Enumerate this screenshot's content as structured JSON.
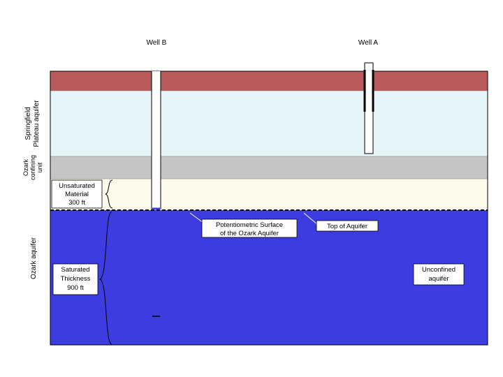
{
  "wells": {
    "well_b": "Well B",
    "well_a": "Well A"
  },
  "side_labels": {
    "springfield": [
      "Springfield",
      "Plateau aquifer"
    ],
    "ozark_confining": [
      "Ozark",
      "confining",
      "unit"
    ],
    "ozark_aquifer": "Ozark aquifer"
  },
  "callouts": {
    "unsaturated": [
      "Unsaturated",
      "Material",
      "300 ft"
    ],
    "saturated": [
      "Saturated",
      "Thickness",
      "900 ft"
    ],
    "potentiometric": [
      "Potentiometric Surface",
      "of the Ozark Aquifer"
    ],
    "top_of_aquifer": "Top of Aquifer",
    "unconfined": [
      "Unconfined",
      "aquifer"
    ]
  },
  "colors": {
    "top_layer": "#b85a5a",
    "springfield_aquifer": "#e6f6f8",
    "confining_unit": "#c6c6c6",
    "unsaturated_zone": "#fcfbeb",
    "ozark_aquifer": "#3c3ce0",
    "border": "#000000"
  }
}
